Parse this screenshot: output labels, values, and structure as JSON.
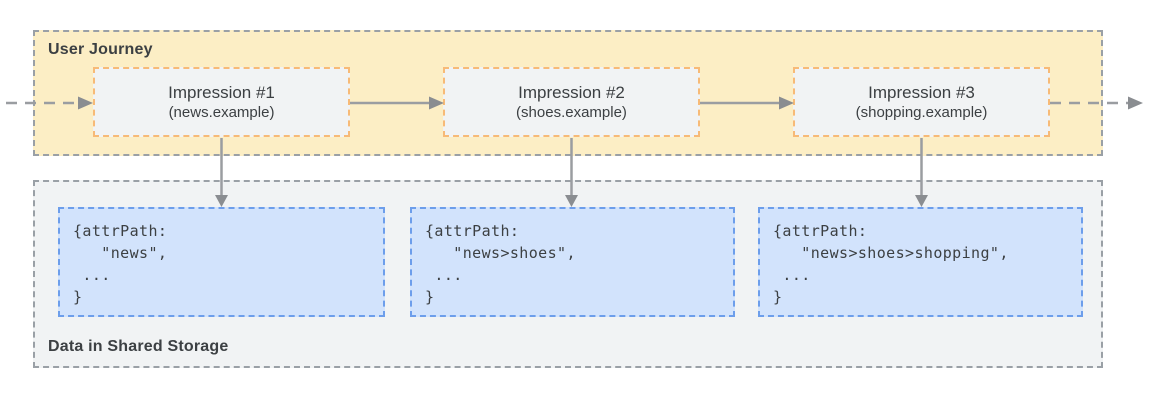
{
  "journey": {
    "label": "User Journey",
    "impressions": [
      {
        "title": "Impression #1",
        "subtitle": "(news.example)"
      },
      {
        "title": "Impression #2",
        "subtitle": "(shoes.example)"
      },
      {
        "title": "Impression #3",
        "subtitle": "(shopping.example)"
      }
    ]
  },
  "storage": {
    "label": "Data in Shared Storage",
    "boxes": [
      {
        "code": "{attrPath:\n   \"news\",\n ...\n}"
      },
      {
        "code": "{attrPath:\n   \"news>shoes\",\n ...\n}"
      },
      {
        "code": "{attrPath:\n   \"news>shoes>shopping\",\n ...\n}"
      }
    ]
  },
  "colors": {
    "journey_bg": "#FCEEC5",
    "journey_border": "#9AA0A6",
    "impression_bg": "#F1F3F4",
    "impression_border": "#F7BA77",
    "storage_bg": "#F1F3F4",
    "storage_border": "#9AA0A6",
    "code_bg": "#D2E3FC",
    "code_border": "#6D9EEB",
    "arrow": "#9A9DA1",
    "text": "#3C4043"
  }
}
